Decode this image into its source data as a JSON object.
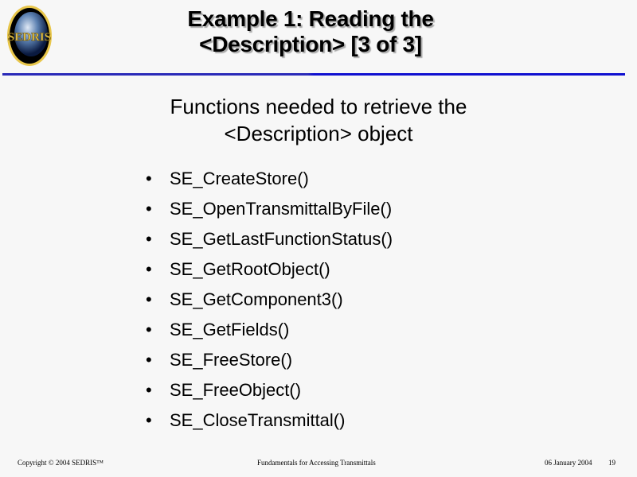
{
  "logo": {
    "text": "SEDRIS"
  },
  "title": {
    "line1": "Example 1: Reading the",
    "line2": "<Description> [3 of 3]"
  },
  "subtitle": {
    "line1": "Functions needed to retrieve the",
    "line2": "<Description> object"
  },
  "bullets": [
    "SE_CreateStore()",
    "SE_OpenTransmittalByFile()",
    "SE_GetLastFunctionStatus()",
    "SE_GetRootObject()",
    "SE_GetComponent3()",
    "SE_GetFields()",
    "SE_FreeStore()",
    "SE_FreeObject()",
    "SE_CloseTransmittal()"
  ],
  "bullet_char": "•",
  "footer": {
    "copyright": "Copyright © 2004 SEDRIS™",
    "center": "Fundamentals for Accessing Transmittals",
    "date": "06 January 2004",
    "page": "19"
  }
}
